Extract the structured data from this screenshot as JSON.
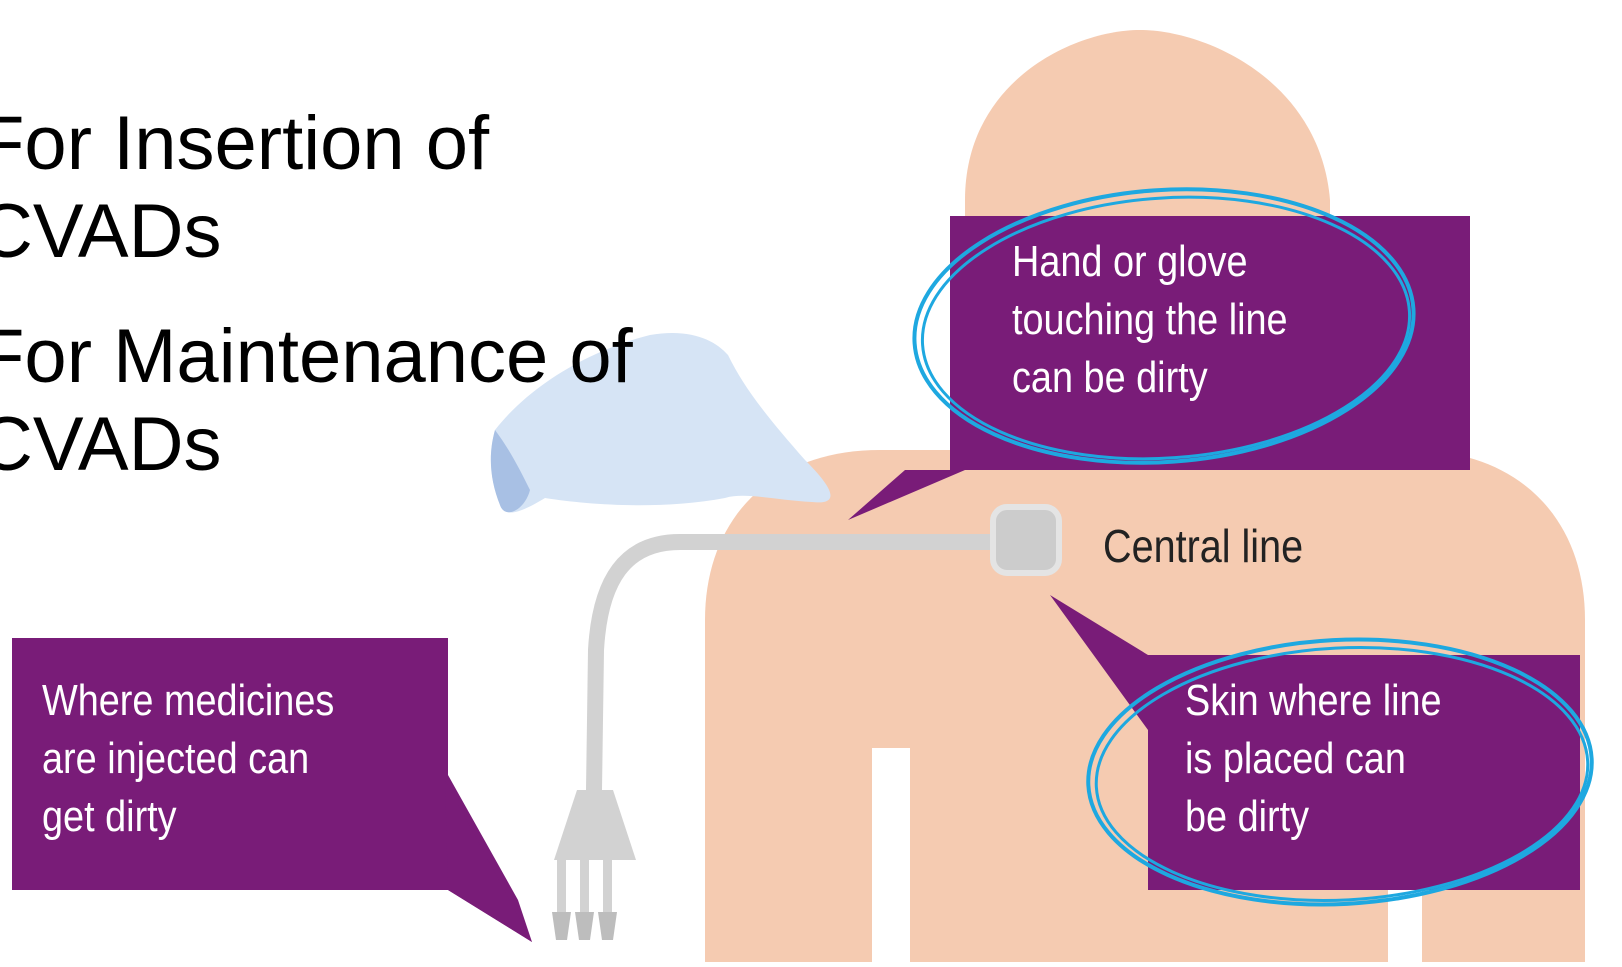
{
  "bullets": [
    {
      "line1": "For Insertion of",
      "line2": "CVADs"
    },
    {
      "line1": "For Maintenance of",
      "line2": "CVADs"
    }
  ],
  "callouts": {
    "hand": {
      "lines": [
        "Hand or glove",
        "touching the line",
        "can be dirty"
      ]
    },
    "skin": {
      "lines": [
        "Skin where line",
        "is placed can",
        "be dirty"
      ]
    },
    "medicines": {
      "lines": [
        "Where medicines",
        "are injected can",
        "get dirty"
      ]
    }
  },
  "labels": {
    "central_line": "Central line"
  },
  "colors": {
    "callout_fill": "#791c78",
    "skin": "#f5cbb1",
    "glove": "#d6e4f5",
    "glove_shadow": "#a8c0e4",
    "tubing": "#d2d2d2",
    "highlight_ring": "#1ea8e0",
    "text": "#000000"
  }
}
